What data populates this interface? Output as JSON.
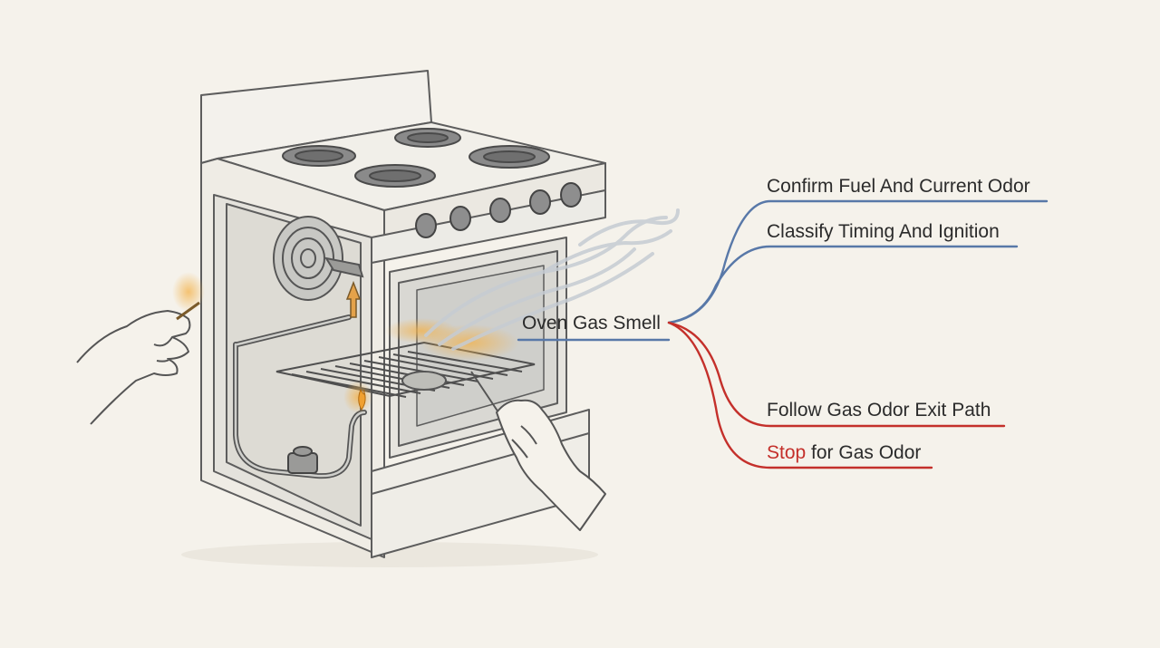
{
  "mindmap": {
    "center": {
      "label": "Oven Gas Smell"
    },
    "branches": [
      {
        "label": "Confirm Fuel And Current Odor",
        "color": "#5878a8"
      },
      {
        "label": "Classify Timing And Ignition",
        "color": "#5878a8"
      },
      {
        "label": "Follow Gas Odor Exit Path",
        "color": "#c4302b"
      },
      {
        "label_emphasis": "Stop",
        "label_rest": " for Gas Odor",
        "emphasis_color": "#c4302b",
        "color": "#c4302b"
      }
    ]
  },
  "colors": {
    "background": "#f5f2eb",
    "line_ink": "#5a5a5a",
    "blue_branch": "#5878a8",
    "red_branch": "#c4302b",
    "flame_glow": "#f0b860"
  }
}
